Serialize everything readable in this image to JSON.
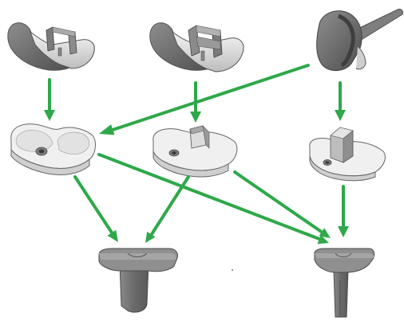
{
  "diagram": {
    "type": "implant-compatibility-diagram",
    "labels": [],
    "components": {
      "femoral": [
        {
          "id": "femoral-cr",
          "icon": "femoral-component-cruciate-retaining"
        },
        {
          "id": "femoral-ps",
          "icon": "femoral-component-posterior-stabilized"
        },
        {
          "id": "femoral-hinged",
          "icon": "femoral-component-hinged-with-stem"
        }
      ],
      "inserts": [
        {
          "id": "insert-cr",
          "icon": "tibial-insert-cruciate-retaining"
        },
        {
          "id": "insert-ps",
          "icon": "tibial-insert-posterior-stabilized"
        },
        {
          "id": "insert-hinged",
          "icon": "tibial-insert-hinged-post"
        }
      ],
      "trays": [
        {
          "id": "tray-primary",
          "icon": "tibial-tray-short-keel"
        },
        {
          "id": "tray-revision",
          "icon": "tibial-tray-long-stem"
        }
      ]
    },
    "connections": [
      {
        "from": "femoral-cr",
        "to": "insert-cr"
      },
      {
        "from": "femoral-ps",
        "to": "insert-ps"
      },
      {
        "from": "femoral-hinged",
        "to": "insert-hinged"
      },
      {
        "from": "femoral-hinged",
        "to": "insert-cr"
      },
      {
        "from": "insert-cr",
        "to": "tray-primary"
      },
      {
        "from": "insert-cr",
        "to": "tray-revision"
      },
      {
        "from": "insert-ps",
        "to": "tray-primary"
      },
      {
        "from": "insert-ps",
        "to": "tray-revision"
      },
      {
        "from": "insert-hinged",
        "to": "tray-revision"
      }
    ],
    "colors": {
      "arrow": "#2ea84a",
      "component_light": "#e6e6e6",
      "component_dark": "#6d6d6d",
      "outline": "#4a4a4a"
    }
  }
}
